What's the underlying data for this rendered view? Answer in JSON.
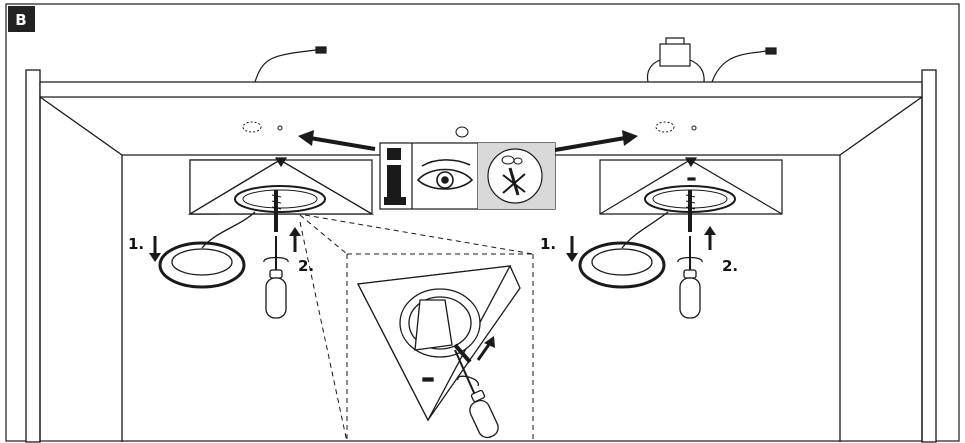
{
  "section_badge": {
    "letter": "B",
    "background": "#222222"
  },
  "steps": {
    "left_step1": "1.",
    "left_step2": "2.",
    "right_step1": "1.",
    "right_step2": "2."
  },
  "info_panel": {
    "icons": [
      "info-icon",
      "eye-icon",
      "no-drilling-icon"
    ]
  },
  "colors": {
    "line": "#1a1a1a",
    "fill_dark": "#222222",
    "paper": "#ffffff"
  }
}
